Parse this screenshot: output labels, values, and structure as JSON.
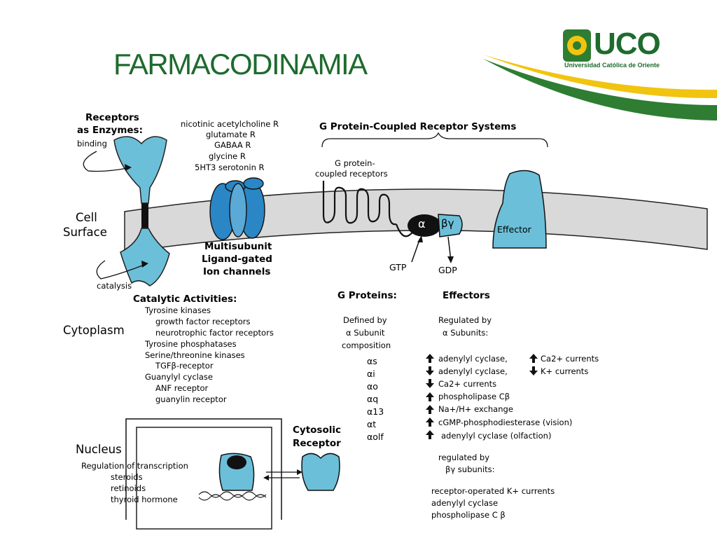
{
  "slide": {
    "title": "FARMACODINAMIA"
  },
  "logo": {
    "name": "UCO",
    "subtitle": "Universidad Católica de Oriente"
  },
  "diagram": {
    "receptors_enzymes": {
      "title_line1": "Receptors",
      "title_line2": "as Enzymes:",
      "binding": "binding",
      "catalysis": "catalysis"
    },
    "ion_channel_ligands": [
      "nicotinic acetylcholine R",
      "glutamate R",
      "GABAA R",
      "glycine R",
      "5HT3 serotonin R"
    ],
    "ion_channels": {
      "line1": "Multisubunit",
      "line2": "Ligand-gated",
      "line3": "Ion channels"
    },
    "gpcr": {
      "title": "G Protein-Coupled Receptor Systems",
      "label_line1": "G protein-",
      "label_line2": "coupled receptors",
      "alpha": "α",
      "betagamma": "βγ",
      "gtp": "GTP",
      "gdp": "GDP",
      "effector": "Effector"
    },
    "regions": {
      "cell_surface_1": "Cell",
      "cell_surface_2": "Surface",
      "cytoplasm": "Cytoplasm",
      "nucleus": "Nucleus"
    },
    "catalytic": {
      "title": "Catalytic Activities:",
      "items": [
        "Tyrosine kinases",
        "growth factor receptors",
        "neurotrophic factor receptors",
        "Tyrosine phosphatases",
        "Serine/threonine kinases",
        "TGFβ-receptor",
        "Guanylyl cyclase",
        "ANF receptor",
        "guanylin receptor"
      ]
    },
    "g_proteins": {
      "title": "G Proteins:",
      "defined_by": [
        "Defined by",
        "α Subunit",
        "composition"
      ],
      "subunits": [
        "αs",
        "αi",
        "αo",
        "αq",
        "α13",
        "αt",
        "αolf"
      ]
    },
    "effectors": {
      "title": "Effectors",
      "regulated_by": [
        "Regulated by",
        "α Subunits:"
      ],
      "items": [
        "adenylyl cyclase,",
        "Ca2+ currents",
        "adenylyl cyclase,",
        "K+ currents",
        "Ca2+ currents",
        "phospholipase Cβ",
        "Na+/H+ exchange",
        "cGMP-phosphodiesterase (vision)",
        "adenylyl cyclase (olfaction)"
      ],
      "regulated_bg": [
        "regulated by",
        "βγ subunits:"
      ],
      "bg_items": [
        "receptor-operated K+ currents",
        "adenylyl cyclase",
        "phospholipase C β"
      ]
    },
    "nucleus": {
      "cytosolic_1": "Cytosolic",
      "cytosolic_2": "Receptor",
      "items": [
        "Regulation of transcription",
        "steroids",
        "retinoids",
        "thyroid hormone"
      ]
    }
  },
  "colors": {
    "title_green": "#1e6b2e",
    "logo_green": "#2e7d32",
    "logo_yellow": "#f1c40f",
    "receptor_blue": "#6cbfd8",
    "membrane_gray": "#d9d9d9"
  }
}
